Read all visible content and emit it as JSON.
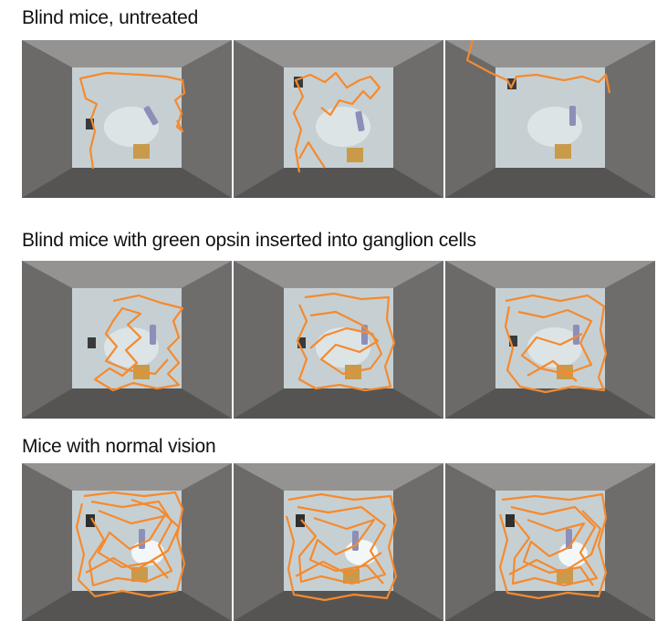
{
  "rows": [
    {
      "title": "Blind mice, untreated",
      "panels": [
        {
          "scene": "box-with-track",
          "objects": [
            "object-bottle",
            "object-block",
            "object-dark-block"
          ],
          "track": "sparse-perimeter"
        },
        {
          "scene": "box-with-track",
          "objects": [
            "object-bottle",
            "object-block",
            "object-dark-block"
          ],
          "track": "sparse-left"
        },
        {
          "scene": "box-with-track",
          "objects": [
            "object-bottle",
            "object-block",
            "object-dark-block"
          ],
          "track": "top-edge"
        }
      ]
    },
    {
      "title": "Blind mice with green opsin inserted into ganglion cells",
      "panels": [
        {
          "scene": "box-with-track",
          "objects": [
            "object-bottle",
            "object-block",
            "object-dark-block"
          ],
          "track": "moderate"
        },
        {
          "scene": "box-with-track",
          "objects": [
            "object-bottle",
            "object-block",
            "object-dark-block"
          ],
          "track": "moderate"
        },
        {
          "scene": "box-with-track",
          "objects": [
            "object-bottle",
            "object-block",
            "object-dark-block"
          ],
          "track": "moderate"
        }
      ]
    },
    {
      "title": "Mice with normal vision",
      "panels": [
        {
          "scene": "box-with-track",
          "objects": [
            "object-bottle",
            "object-block",
            "object-dark-block"
          ],
          "track": "dense"
        },
        {
          "scene": "box-with-track",
          "objects": [
            "object-bottle",
            "object-block",
            "object-dark-block"
          ],
          "track": "dense"
        },
        {
          "scene": "box-with-track",
          "objects": [
            "object-bottle",
            "object-block",
            "object-dark-block"
          ],
          "track": "dense"
        }
      ]
    }
  ],
  "colors": {
    "track": "#f58a2e",
    "floor": "#c9d3d6",
    "wall_light": "#8d8b8a",
    "wall_dark": "#5f5e5d",
    "block": "#c99a4a"
  }
}
